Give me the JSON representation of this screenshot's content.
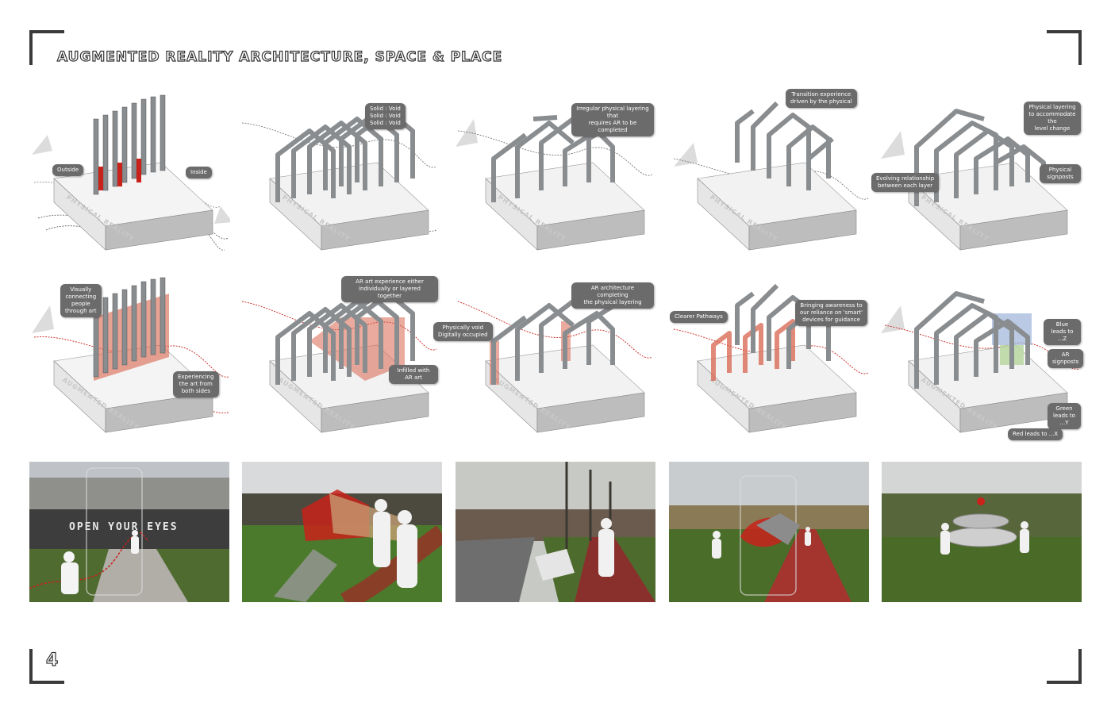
{
  "title": "Augmented Reality Architecture, Space & Place",
  "page_number": "4",
  "base_labels": {
    "physical": "PHYSICAL REALITY",
    "augmented": "AUGMENTED REALITY"
  },
  "row1": [
    {
      "callouts": [
        "Outside",
        "Inside"
      ]
    },
    {
      "callouts": [
        "Solid  :  Void\nSolid  :  Void\nSolid  :  Void"
      ]
    },
    {
      "callouts": [
        "Irregular physical layering that\nrequires AR to be completed"
      ]
    },
    {
      "callouts": [
        "Transition experience\ndriven by the physical"
      ]
    },
    {
      "callouts": [
        "Physical layering\nto accommodate the\nlevel change",
        "Physical signposts",
        "Evolving relationship\nbetween each layer"
      ]
    }
  ],
  "row2": [
    {
      "callouts": [
        "Visually\nconnecting\npeople\nthrough art",
        "Experiencing\nthe art from\nboth sides"
      ]
    },
    {
      "callouts": [
        "AR art experience either\nindividually or layered together",
        "Infilled with AR art"
      ]
    },
    {
      "callouts": [
        "AR architecture completing\nthe physical layering",
        "Physically void\nDigitally occupied"
      ]
    },
    {
      "callouts": [
        "Clearer Pathways",
        "Bringing awareness to\nour reliance on 'smart'\ndevices for guidance"
      ]
    },
    {
      "callouts": [
        "Blue leads to ...Z",
        "AR signposts",
        "Green leads to ...Y",
        "Red leads to ...X"
      ]
    }
  ],
  "photo_text": "OPEN YOUR EYES",
  "colors": {
    "frame": "#8a8d90",
    "red": "#c8221a",
    "grass": "#3f6a2a",
    "path": "#a8403a",
    "callout": "#6b6b6b"
  }
}
